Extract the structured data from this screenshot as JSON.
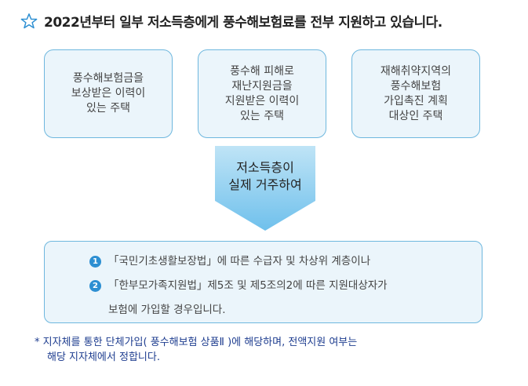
{
  "title": "2022년부터 일부 저소득층에게 풍수해보험료를 전부 지원하고 있습니다.",
  "categories": [
    {
      "text": "풍수해보험금을\n보상받은 이력이\n있는 주택"
    },
    {
      "text": "풍수해 피해로\n재난지원금을\n지원받은 이력이\n있는 주택"
    },
    {
      "text": "재해취약지역의\n풍수해보험\n가입촉진 계획\n대상인 주택"
    }
  ],
  "arrow_text": "저소득층이\n실제 거주하여",
  "conditions": [
    {
      "number": "1",
      "text": "「국민기초생활보장법」에 따른 수급자 및 차상위 계층이나"
    },
    {
      "number": "2",
      "text": "「한부모가족지원법」제5조 및 제5조의2에 따른 지원대상자가"
    },
    {
      "text": "보험에 가입할 경우입니다."
    }
  ],
  "note": {
    "line1": "* 지자체를 통한 단체가입( 풍수해보험 상품Ⅱ )에 해당하며, 전액지원 여부는",
    "line2": "해당 지자체에서 정합니다."
  },
  "colors": {
    "box_fill": "#ebf5fb",
    "box_border": "#6eb7de",
    "arrow_top": "#bfe4f6",
    "arrow_bottom": "#6fc0ec",
    "number_badge": "#2d8fd2",
    "note_text": "#1d3c8f"
  },
  "icons": {
    "title_icon": "star-outline-icon"
  }
}
